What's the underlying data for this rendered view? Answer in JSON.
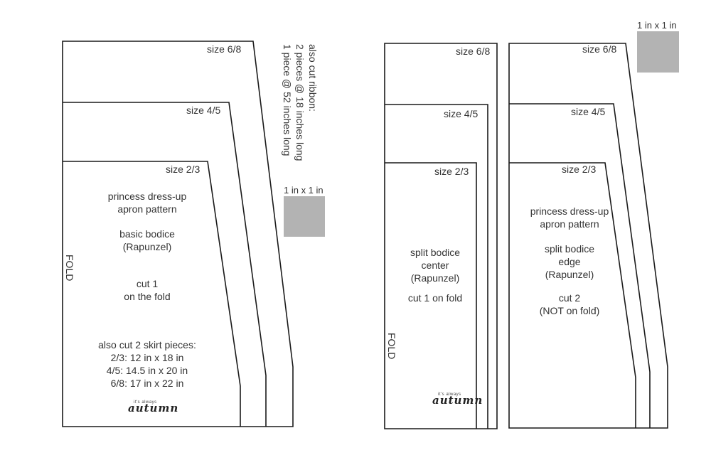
{
  "colors": {
    "outline": "#1a1a1a",
    "scale_square": "#b3b3b3"
  },
  "left_pattern": {
    "size_labels": [
      "size 6/8",
      "size 4/5",
      "size 2/3"
    ],
    "title": [
      "princess dress-up",
      "apron pattern"
    ],
    "subtitle": [
      "basic bodice",
      "(Rapunzel)"
    ],
    "cut": [
      "cut 1",
      "on the fold"
    ],
    "skirt": [
      "also cut 2 skirt pieces:",
      "2/3: 12 in x 18 in",
      "4/5: 14.5 in x 20 in",
      "6/8: 17 in x 22 in"
    ],
    "fold": "FOLD",
    "ribbon": [
      "also cut ribbon:",
      "2 pieces @ 18 inches long",
      "1 piece @ 52 inches long"
    ],
    "scale_label": "1 in x 1 in"
  },
  "center_pattern": {
    "size_labels": [
      "size 6/8",
      "size 4/5",
      "size 2/3"
    ],
    "text": [
      "split bodice",
      "center",
      "(Rapunzel)"
    ],
    "cut": "cut 1 on fold",
    "fold": "FOLD"
  },
  "right_pattern": {
    "size_labels": [
      "size 6/8",
      "size 4/5",
      "size 2/3"
    ],
    "title": [
      "princess dress-up",
      "apron pattern"
    ],
    "subtitle": [
      "split bodice",
      "edge",
      "(Rapunzel)"
    ],
    "cut": [
      "cut 2",
      "(NOT on fold)"
    ],
    "scale_label": "1 in x 1 in"
  },
  "logo": {
    "small": "it's always",
    "big": "autumn"
  }
}
